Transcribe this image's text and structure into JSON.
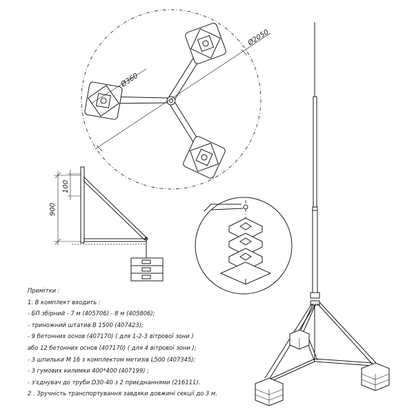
{
  "dimensions": {
    "outer_circle": "Ø2050",
    "base_circle": "Ø360",
    "height_total": "900",
    "height_top": "100"
  },
  "notes": {
    "heading": "Примітки :",
    "lines": [
      "1. В комплект входить :",
      "- БП збірний - 7 м (405706) - 8 м (405806);",
      "-         триножний штатив В 1500 (407423);",
      "-         9 бетонних основ (407170) ( для 1-2-3 вітрової зони )",
      "або  12 бетонних основ (407170) ( для 4 вітрової зони );",
      "-         3 шпильки М 16 з комплектом метизів L500 (407345);",
      "-         3 гумових килимки 400*400 (407199) ;",
      "-         з'єднувач до труби D30-40 з 2 приєднаннями (216111).",
      "2 . Зручність транспортування завдяки довжині секції до 3 м."
    ]
  }
}
